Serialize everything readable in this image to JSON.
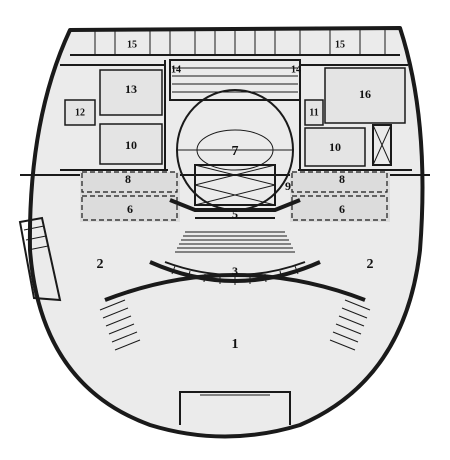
{
  "plan": {
    "labels": {
      "auditorium": "1",
      "foyer_left": "2",
      "foyer_right": "2",
      "orchestra": "3",
      "proscenium": "5",
      "side_left": "6",
      "side_right": "6",
      "stage": "7",
      "pocket_left": "8",
      "pocket_right": "8",
      "lift": "9",
      "dressing_left": "10",
      "dressing_right": "10",
      "room_11": "11",
      "room_12": "12",
      "room_13": "13",
      "room_14_left": "14",
      "room_14_right": "14",
      "room_15_left": "15",
      "room_15_right": "15",
      "room_16": "16"
    }
  }
}
